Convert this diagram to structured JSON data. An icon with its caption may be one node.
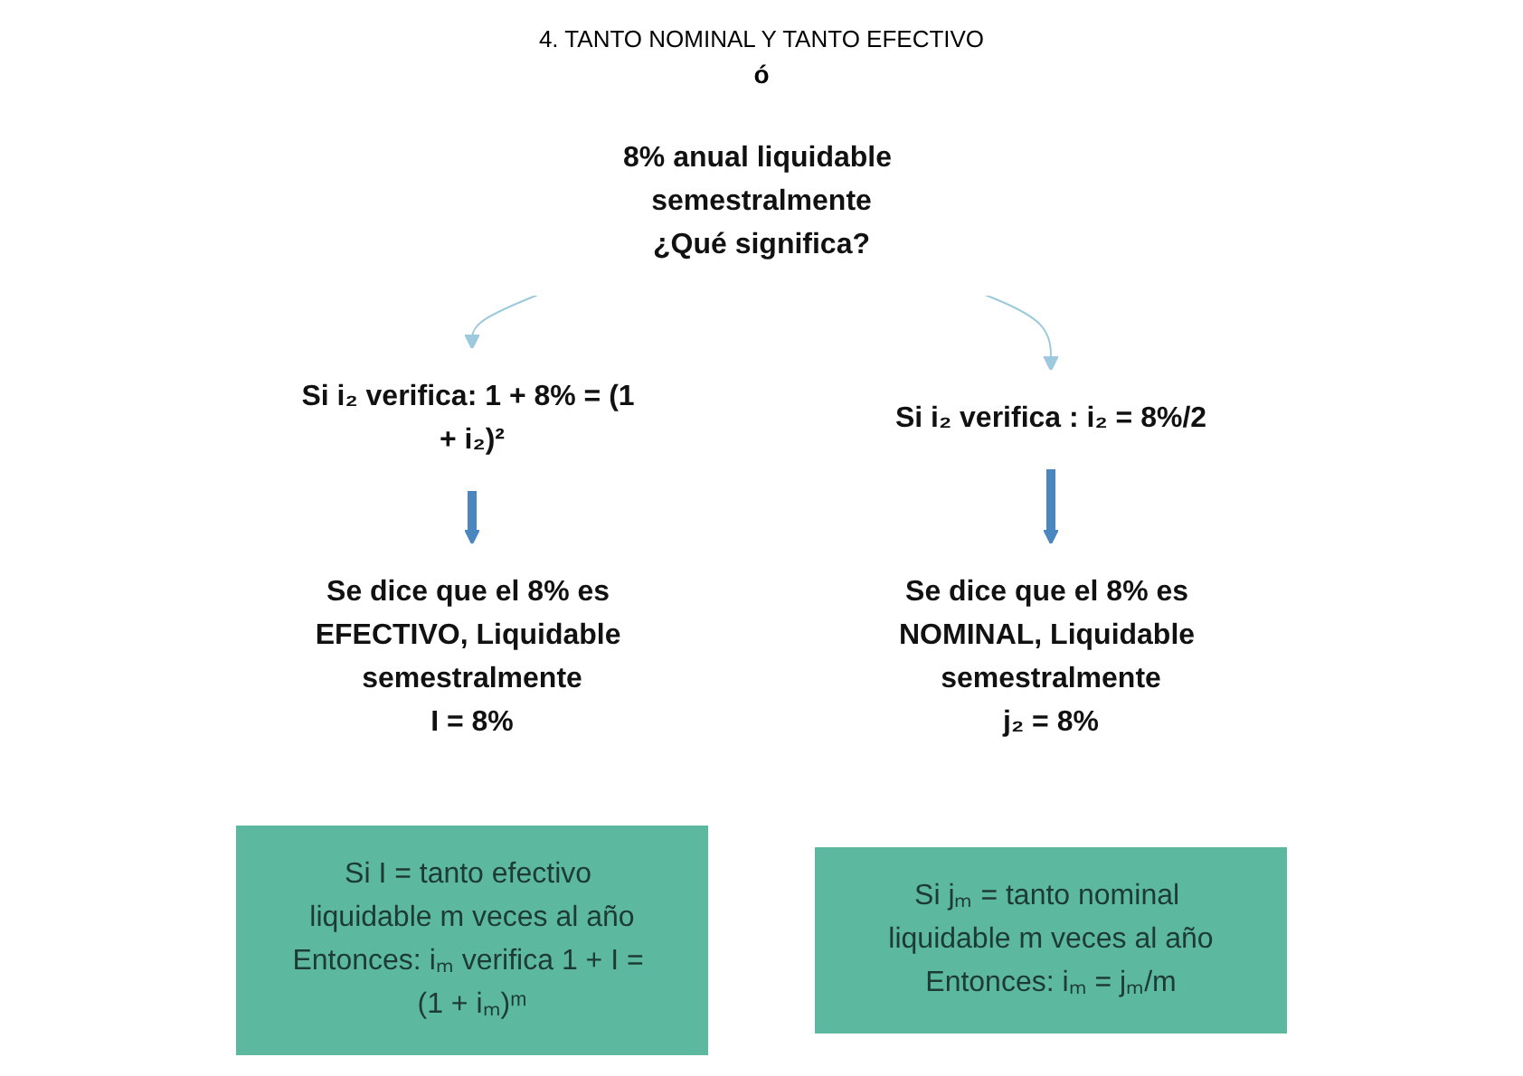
{
  "diagram": {
    "title": "4. TANTO NOMINAL Y TANTO EFECTIVO",
    "nodes": [
      {
        "text": [
          "8% anual liquidable semestralmente",
          "¿Qué significa?"
        ]
      },
      {
        "text": [
          "Si i₂ verifica: 1 + 8% = (1 + i₂)²"
        ]
      },
      {
        "text": [
          "Si i₂ verifica : i₂ = 8%/2"
        ]
      },
      {
        "text": [
          "Se dice que el 8% es EFECTIVO, Liquidable semestralmente",
          "I = 8%"
        ]
      },
      {
        "text": [
          "Se dice que el 8% es NOMINAL, Liquidable semestralmente",
          "j₂ = 8%"
        ]
      },
      {
        "text": [
          "Si I = tanto efectivo liquidable m veces al año",
          "Entonces: iₘ verifica 1 + I = (1 + iₘ)ᵐ"
        ]
      },
      {
        "text": [
          "Si jₘ = tanto nominal liquidable m veces al año",
          "Entonces: iₘ = jₘ/m"
        ]
      }
    ],
    "edges": [
      {
        "from": 0,
        "to": 1,
        "arrow": "to",
        "color": "#9cc9dd"
      },
      {
        "from": 0,
        "to": 2,
        "arrow": "to",
        "color": "#9cc9dd"
      },
      {
        "from": 1,
        "to": 3,
        "arrow": "to",
        "style": "thick",
        "color": "#4a86c0"
      },
      {
        "from": 2,
        "to": 4,
        "arrow": "to",
        "style": "thick",
        "color": "#4a86c0"
      }
    ],
    "labels": [
      "ó"
    ]
  }
}
